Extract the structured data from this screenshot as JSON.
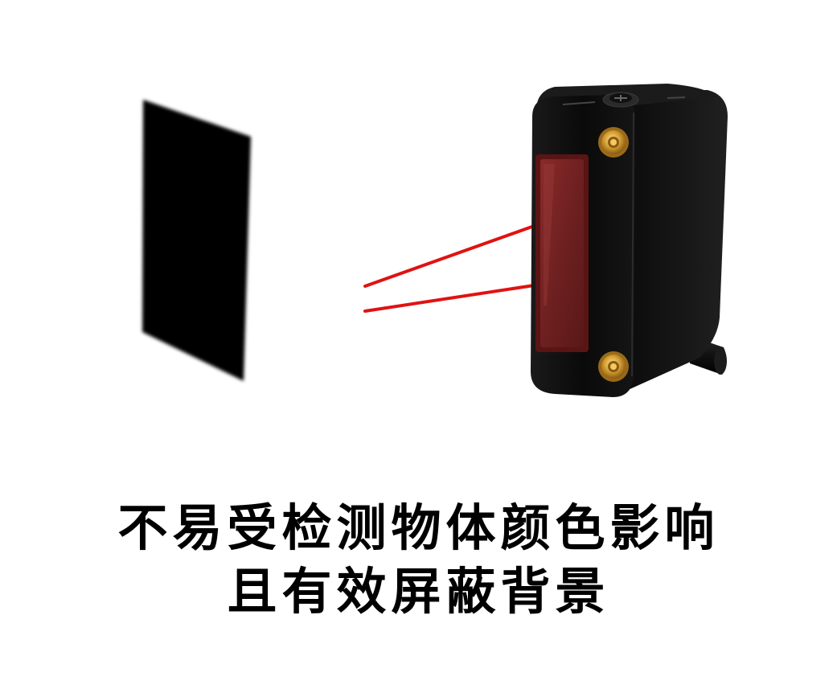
{
  "caption": {
    "line1": "不易受检测物体颜色影响",
    "line2": "且有效屏蔽背景"
  },
  "colors": {
    "background": "#ffffff",
    "target_object": "#000000",
    "laser_beam": "#e01212",
    "sensor_body": "#0d0d0d",
    "sensor_lens": "#7a2424",
    "brass_insert": "#c8962a",
    "caption_text": "#000000"
  },
  "illustration": {
    "target": "black-target-plate",
    "device": "photoelectric-sensor",
    "beams": 2
  }
}
